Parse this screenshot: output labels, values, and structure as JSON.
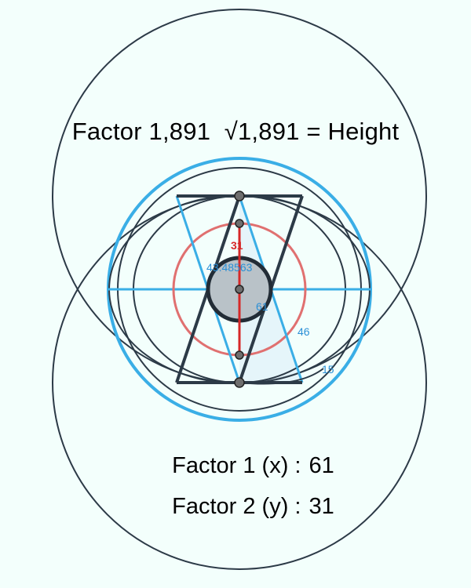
{
  "title": {
    "factor_text": "Factor 1,891",
    "formula_text": "√1,891 = Height"
  },
  "factors": [
    {
      "label": "Factor 1 (x) :",
      "value": "61"
    },
    {
      "label": "Factor 2 (y) :",
      "value": "31"
    }
  ],
  "labels": {
    "red_value": "31",
    "center_value": "43.48563",
    "inner_value": "61",
    "right_value": "46",
    "small_value": "15"
  },
  "colors": {
    "background": "#f3fffc",
    "dark_line": "#2c3a47",
    "blue_line": "#3aaee6",
    "red_line": "#e07070",
    "red_text": "#d62828",
    "blue_text": "#2a8fd6",
    "point_fill": "#6e6e6e"
  }
}
